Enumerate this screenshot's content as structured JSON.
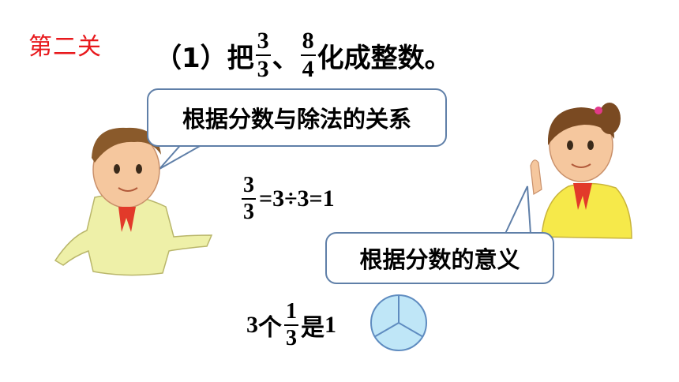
{
  "stage_label": "第二关",
  "title": {
    "prefix": "（1）把",
    "frac1": {
      "num": "3",
      "den": "3"
    },
    "sep": "、",
    "frac2": {
      "num": "8",
      "den": "4"
    },
    "suffix": "化成整数。"
  },
  "bubble_boy": "根据分数与除法的关系",
  "bubble_girl": "根据分数的意义",
  "equation_division": {
    "frac": {
      "num": "3",
      "den": "3"
    },
    "rest": "=3÷3=1"
  },
  "equation_meaning": {
    "count": "3",
    "unit": "个",
    "frac": {
      "num": "1",
      "den": "3"
    },
    "is": "是",
    "result": "1"
  },
  "colors": {
    "stage_label": "#e8191d",
    "bubble_border": "#5f7fa8",
    "circle_fill": "#bfe6f7",
    "circle_stroke": "#5f8cc0"
  },
  "circle_parts": 3
}
